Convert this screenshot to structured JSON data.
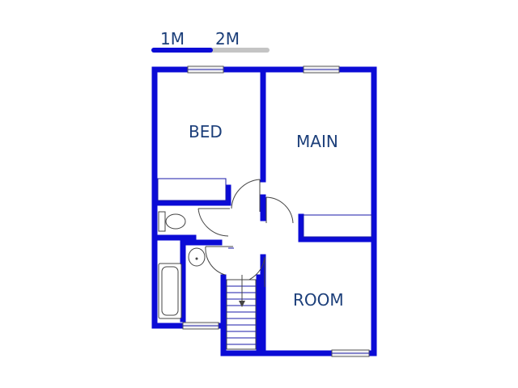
{
  "scale": {
    "label_1": "1M",
    "label_2": "2M",
    "color_filled": "#0b0bd6",
    "color_empty": "#c4c4c4"
  },
  "rooms": {
    "bed": "BED",
    "main": "MAIN",
    "room": "ROOM"
  },
  "colors": {
    "wall": "#0b0bd6",
    "label": "#1c3f7a"
  }
}
